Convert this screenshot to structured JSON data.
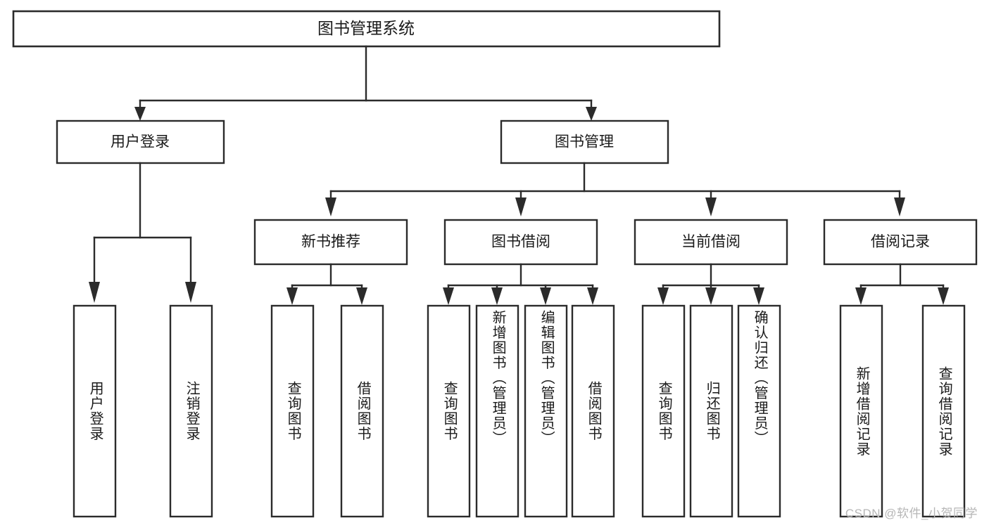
{
  "diagram": {
    "title": "图书管理系统",
    "type": "tree",
    "colors": {
      "stroke": "#2b2b2b",
      "box_fill": "#ffffff",
      "text": "#1a1a1a",
      "background": "#ffffff",
      "watermark": "#b6b6b6"
    },
    "root": {
      "label": "图书管理系统"
    },
    "level2": [
      {
        "label": "用户登录"
      },
      {
        "label": "图书管理"
      }
    ],
    "level3": [
      {
        "label": "新书推荐"
      },
      {
        "label": "图书借阅"
      },
      {
        "label": "当前借阅"
      },
      {
        "label": "借阅记录"
      }
    ],
    "leaves": {
      "user_login": [
        {
          "label": "用户登录"
        },
        {
          "label": "注销登录"
        }
      ],
      "new_book_recommend": [
        {
          "label": "查询图书"
        },
        {
          "label": "借阅图书"
        }
      ],
      "book_borrow": [
        {
          "label": "查询图书"
        },
        {
          "label": "新增图书（管理员）"
        },
        {
          "label": "编辑图书（管理员）"
        },
        {
          "label": "借阅图书"
        }
      ],
      "current_borrow": [
        {
          "label": "查询图书"
        },
        {
          "label": "归还图书"
        },
        {
          "label": "确认归还（管理员）"
        }
      ],
      "borrow_record": [
        {
          "label": "新增借阅记录"
        },
        {
          "label": "查询借阅记录"
        }
      ]
    },
    "watermark": "CSDN @软件_小贺同学"
  }
}
